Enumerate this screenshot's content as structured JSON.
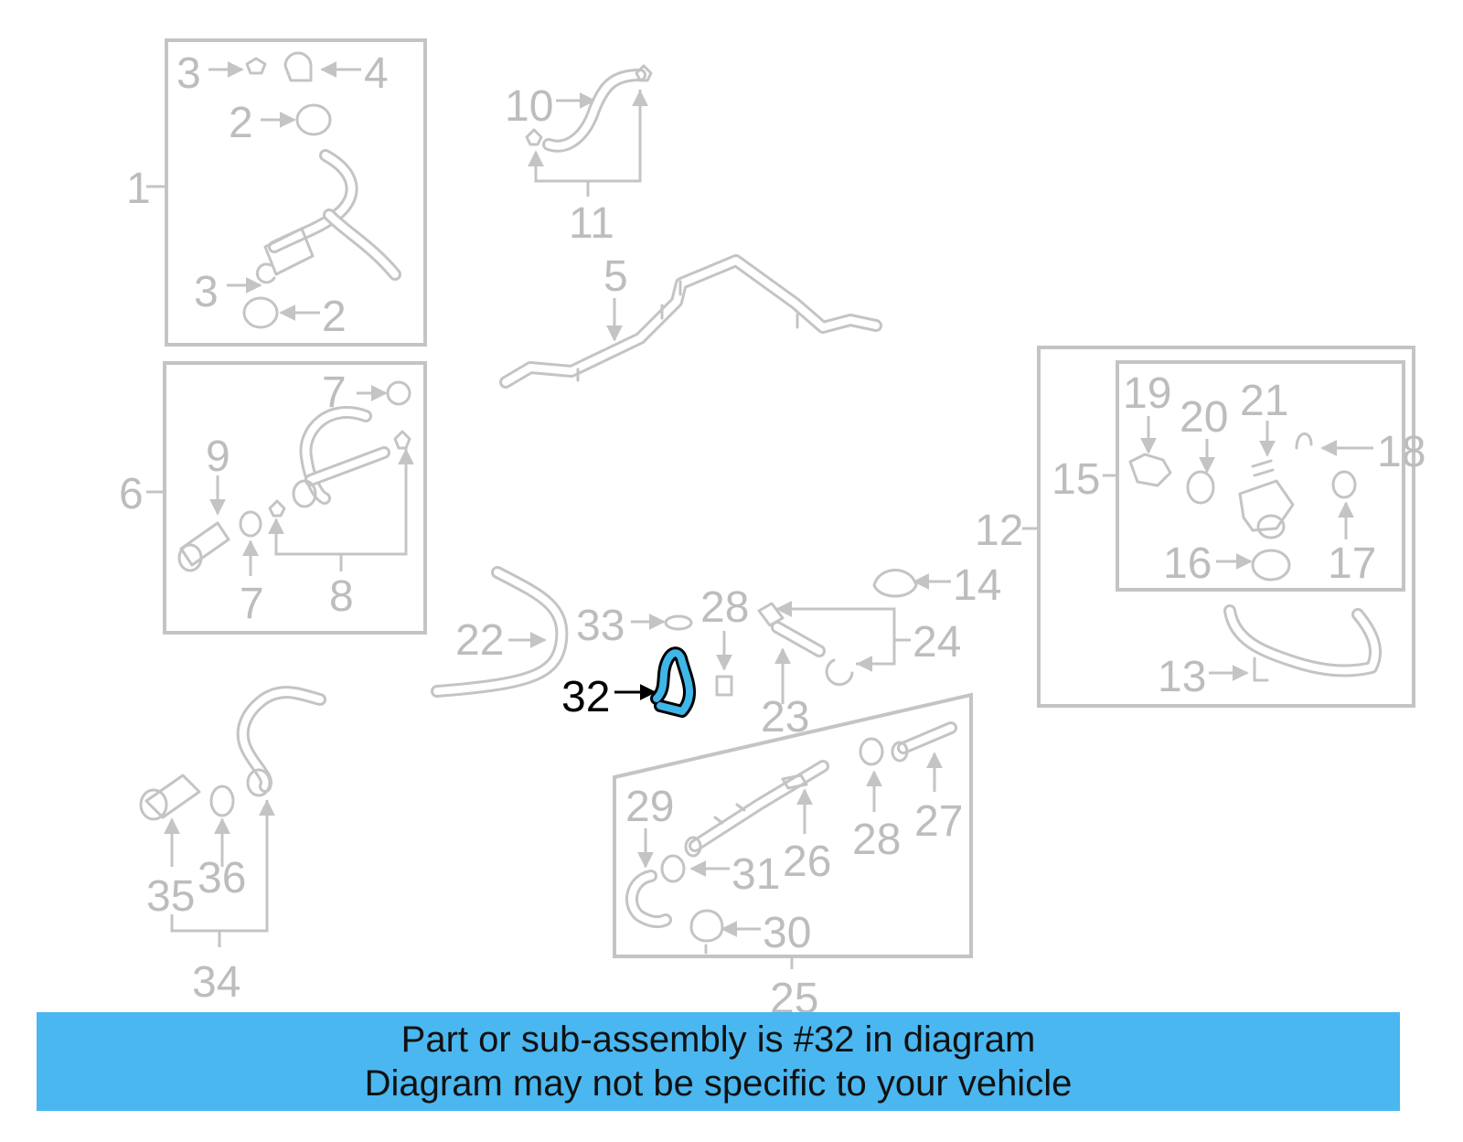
{
  "callouts": {
    "c1": "1",
    "c2a": "2",
    "c2b": "2",
    "c3a": "3",
    "c3b": "3",
    "c4": "4",
    "c5": "5",
    "c6": "6",
    "c7a": "7",
    "c7b": "7",
    "c8": "8",
    "c9": "9",
    "c10": "10",
    "c11": "11",
    "c12": "12",
    "c13": "13",
    "c14": "14",
    "c15": "15",
    "c16": "16",
    "c17": "17",
    "c18": "18",
    "c19": "19",
    "c20": "20",
    "c21": "21",
    "c22": "22",
    "c23": "23",
    "c24": "24",
    "c25": "25",
    "c26": "26",
    "c27": "27",
    "c28a": "28",
    "c28b": "28",
    "c29": "29",
    "c30": "30",
    "c31": "31",
    "c32": "32",
    "c33": "33",
    "c34": "34",
    "c35": "35",
    "c36": "36"
  },
  "highlight": {
    "part_number": "32",
    "color": "#3fb6e8"
  },
  "colors": {
    "line_gray": "#c4c4c4",
    "banner_bg": "#4ab7f0"
  },
  "banner": {
    "line1": "Part or sub-assembly is #32 in diagram",
    "line2": "Diagram may not be specific to your vehicle"
  }
}
